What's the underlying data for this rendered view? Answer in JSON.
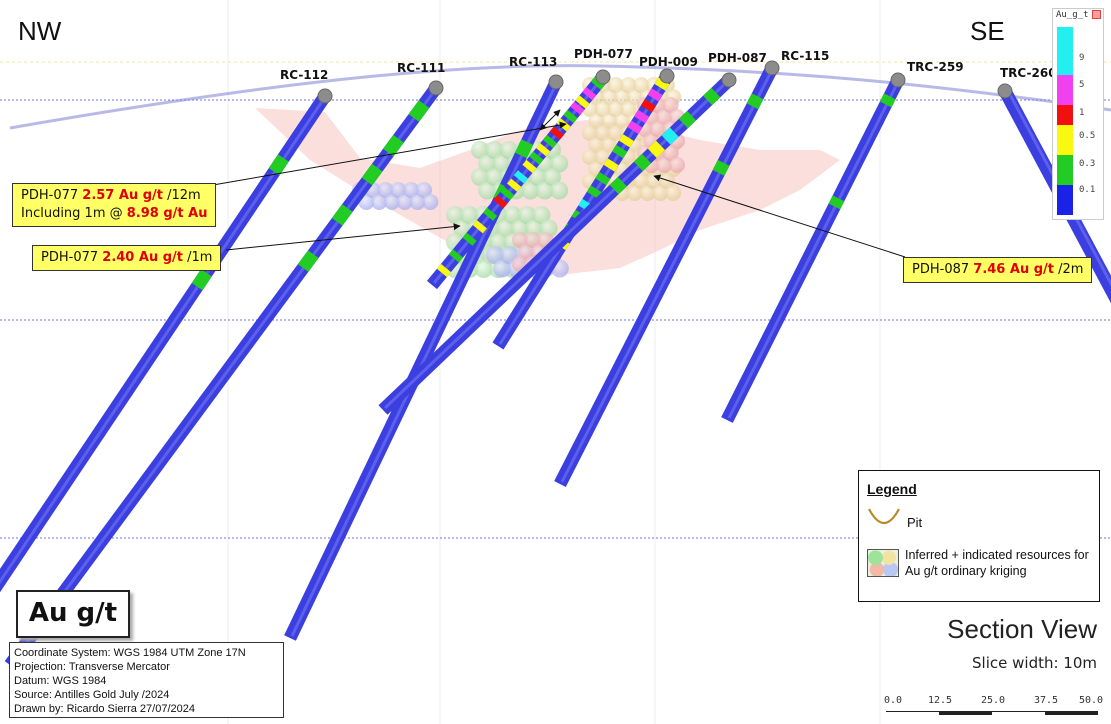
{
  "directions": {
    "left": "NW",
    "right": "SE"
  },
  "drillholes": [
    {
      "name": "RC-112",
      "intervals": [
        {
          "pos": 0.12,
          "color": "green"
        },
        {
          "pos": 0.32,
          "color": "green"
        }
      ]
    },
    {
      "name": "RC-111",
      "intervals": [
        {
          "pos": 0.04,
          "color": "green"
        },
        {
          "pos": 0.1,
          "color": "green"
        },
        {
          "pos": 0.15,
          "color": "green"
        },
        {
          "pos": 0.22,
          "color": "green"
        },
        {
          "pos": 0.3,
          "color": "green"
        }
      ]
    },
    {
      "name": "RC-113",
      "intervals": [
        {
          "pos": 0.12,
          "color": "green"
        },
        {
          "pos": 0.2,
          "color": "green"
        }
      ]
    },
    {
      "name": "PDH-077",
      "intervals": [
        {
          "pos": 0.03,
          "color": "green"
        },
        {
          "pos": 0.08,
          "color": "magenta"
        },
        {
          "pos": 0.12,
          "color": "yellow"
        },
        {
          "pos": 0.15,
          "color": "magenta"
        },
        {
          "pos": 0.19,
          "color": "green"
        },
        {
          "pos": 0.23,
          "color": "yellow"
        },
        {
          "pos": 0.27,
          "color": "red"
        },
        {
          "pos": 0.31,
          "color": "green"
        },
        {
          "pos": 0.35,
          "color": "yellow"
        },
        {
          "pos": 0.39,
          "color": "green"
        },
        {
          "pos": 0.43,
          "color": "yellow"
        },
        {
          "pos": 0.48,
          "color": "cyan"
        },
        {
          "pos": 0.52,
          "color": "yellow"
        },
        {
          "pos": 0.56,
          "color": "green"
        },
        {
          "pos": 0.6,
          "color": "red"
        },
        {
          "pos": 0.66,
          "color": "green"
        },
        {
          "pos": 0.72,
          "color": "yellow"
        },
        {
          "pos": 0.78,
          "color": "green"
        },
        {
          "pos": 0.86,
          "color": "green"
        },
        {
          "pos": 0.93,
          "color": "yellow"
        }
      ]
    },
    {
      "name": "PDH-009",
      "intervals": [
        {
          "pos": 0.03,
          "color": "yellow"
        },
        {
          "pos": 0.07,
          "color": "magenta"
        },
        {
          "pos": 0.11,
          "color": "red"
        },
        {
          "pos": 0.15,
          "color": "magenta"
        },
        {
          "pos": 0.19,
          "color": "magenta"
        },
        {
          "pos": 0.24,
          "color": "yellow"
        },
        {
          "pos": 0.28,
          "color": "green"
        },
        {
          "pos": 0.33,
          "color": "yellow"
        },
        {
          "pos": 0.38,
          "color": "green"
        },
        {
          "pos": 0.43,
          "color": "green"
        },
        {
          "pos": 0.48,
          "color": "cyan"
        },
        {
          "pos": 0.52,
          "color": "green"
        },
        {
          "pos": 0.57,
          "color": "green"
        },
        {
          "pos": 0.62,
          "color": "yellow"
        }
      ]
    },
    {
      "name": "PDH-087",
      "intervals": [
        {
          "pos": 0.05,
          "color": "green"
        },
        {
          "pos": 0.12,
          "color": "green"
        },
        {
          "pos": 0.17,
          "color": "cyan"
        },
        {
          "pos": 0.21,
          "color": "yellow"
        },
        {
          "pos": 0.25,
          "color": "green"
        },
        {
          "pos": 0.32,
          "color": "green"
        }
      ]
    },
    {
      "name": "RC-115",
      "intervals": [
        {
          "pos": 0.08,
          "color": "green"
        },
        {
          "pos": 0.24,
          "color": "green"
        }
      ]
    },
    {
      "name": "TRC-259",
      "intervals": [
        {
          "pos": 0.06,
          "color": "green"
        },
        {
          "pos": 0.36,
          "color": "green"
        }
      ]
    },
    {
      "name": "TRC-260",
      "intervals": []
    }
  ],
  "callouts": {
    "c1": {
      "hole": "PDH-077",
      "before": "",
      "value": "2.57 Au g/t",
      "after": " /12m",
      "line2_before": "Including 1m @ ",
      "line2_value": "8.98 g/t Au"
    },
    "c2": {
      "hole": "PDH-077",
      "value": "2.40 Au g/t",
      "after": " /1m"
    },
    "c3": {
      "hole": "PDH-087",
      "value": "7.46 Au g/t",
      "after": " /2m"
    }
  },
  "colorbar": {
    "title": "Au_g_t",
    "ticks": [
      "9",
      "5",
      "1",
      "0.5",
      "0.3",
      "0.1"
    ],
    "colors": {
      "cyan": "#22f0f0",
      "magenta": "#f040f0",
      "red": "#f01010",
      "yellow": "#f8f810",
      "green": "#22cc22",
      "blue": "#1a22e8"
    }
  },
  "legend": {
    "title": "Legend",
    "pit": "Pit",
    "resources": "Inferred + indicated resources for Au g/t ordinary kriging"
  },
  "unit_label": "Au g/t",
  "info": [
    "Coordinate System: WGS 1984 UTM Zone 17N",
    "Projection: Transverse Mercator",
    "Datum: WGS 1984",
    "Source: Antilles Gold  July /2024",
    "Drawn by: Ricardo Sierra 27/07/2024"
  ],
  "section_view": {
    "title": "Section View",
    "slice_width": "Slice width: 10m"
  },
  "scale_ticks": [
    "0.0",
    "12.5",
    "25.0",
    "37.5",
    "50.0"
  ],
  "styles": {
    "hole_color": "#3b3fe0",
    "hole_cap": "#8c8c8c",
    "pit_color": "#b88a2a",
    "callout_bg": "#ffff66",
    "highlight": "#e00000"
  }
}
